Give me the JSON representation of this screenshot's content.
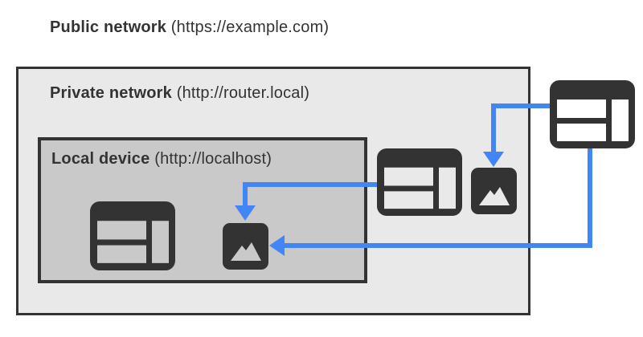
{
  "diagram": {
    "title": {
      "bold": "Public network",
      "rest": " (https://example.com)"
    },
    "private_network_label": {
      "bold": "Private network",
      "rest": " (http://router.local)"
    },
    "local_device_label": {
      "bold": "Local device",
      "rest": " (http://localhost)"
    }
  },
  "colors": {
    "canvas_bg": "#ffffff",
    "accent_blue": "#4285f4",
    "icon_dark": "#333333",
    "border_dark": "#333333",
    "private_bg": "#e9e9e9",
    "local_bg": "#c9c9c9",
    "text": "#333333"
  },
  "icons": {
    "public_webpage": "webpage-icon",
    "private_webpage": "webpage-icon",
    "private_image": "image-icon",
    "local_webpage": "webpage-icon",
    "local_image": "image-icon"
  },
  "arrows": [
    {
      "name": "arrow-public-webpage-to-private-image",
      "from": "public-webpage-icon",
      "to": "private-image-icon"
    },
    {
      "name": "arrow-private-webpage-to-local-image",
      "from": "private-webpage-icon",
      "to": "local-image-icon"
    },
    {
      "name": "arrow-public-webpage-to-local-image",
      "from": "public-webpage-icon",
      "to": "local-image-icon"
    }
  ]
}
